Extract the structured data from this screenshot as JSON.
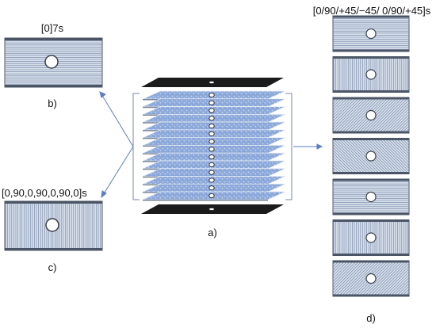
{
  "panels": {
    "b": {
      "title": "[0]7s",
      "caption": "b)",
      "orientation": 0
    },
    "c": {
      "title": "[0,90,0,90,0,90,0]s",
      "caption": "c)",
      "orientations": [
        90
      ]
    },
    "a": {
      "caption": "a)",
      "layer_count": 14
    },
    "d": {
      "title": "[0/90/+45/−45/ 0/90/+45]s",
      "caption": "d)",
      "orientations": [
        0,
        90,
        45,
        -45,
        0,
        90,
        45
      ]
    }
  },
  "colors": {
    "ply_fill": "#d6deea",
    "ply_line": "#6e82a3",
    "ply_edge": "#4a5566",
    "stack_layer": "#8eaadb",
    "stack_speckle": "#c9d8f0",
    "plate_dark": "#1b1b1b",
    "arrow": "#5a7fbf",
    "bracket": "#7a8aa6"
  }
}
